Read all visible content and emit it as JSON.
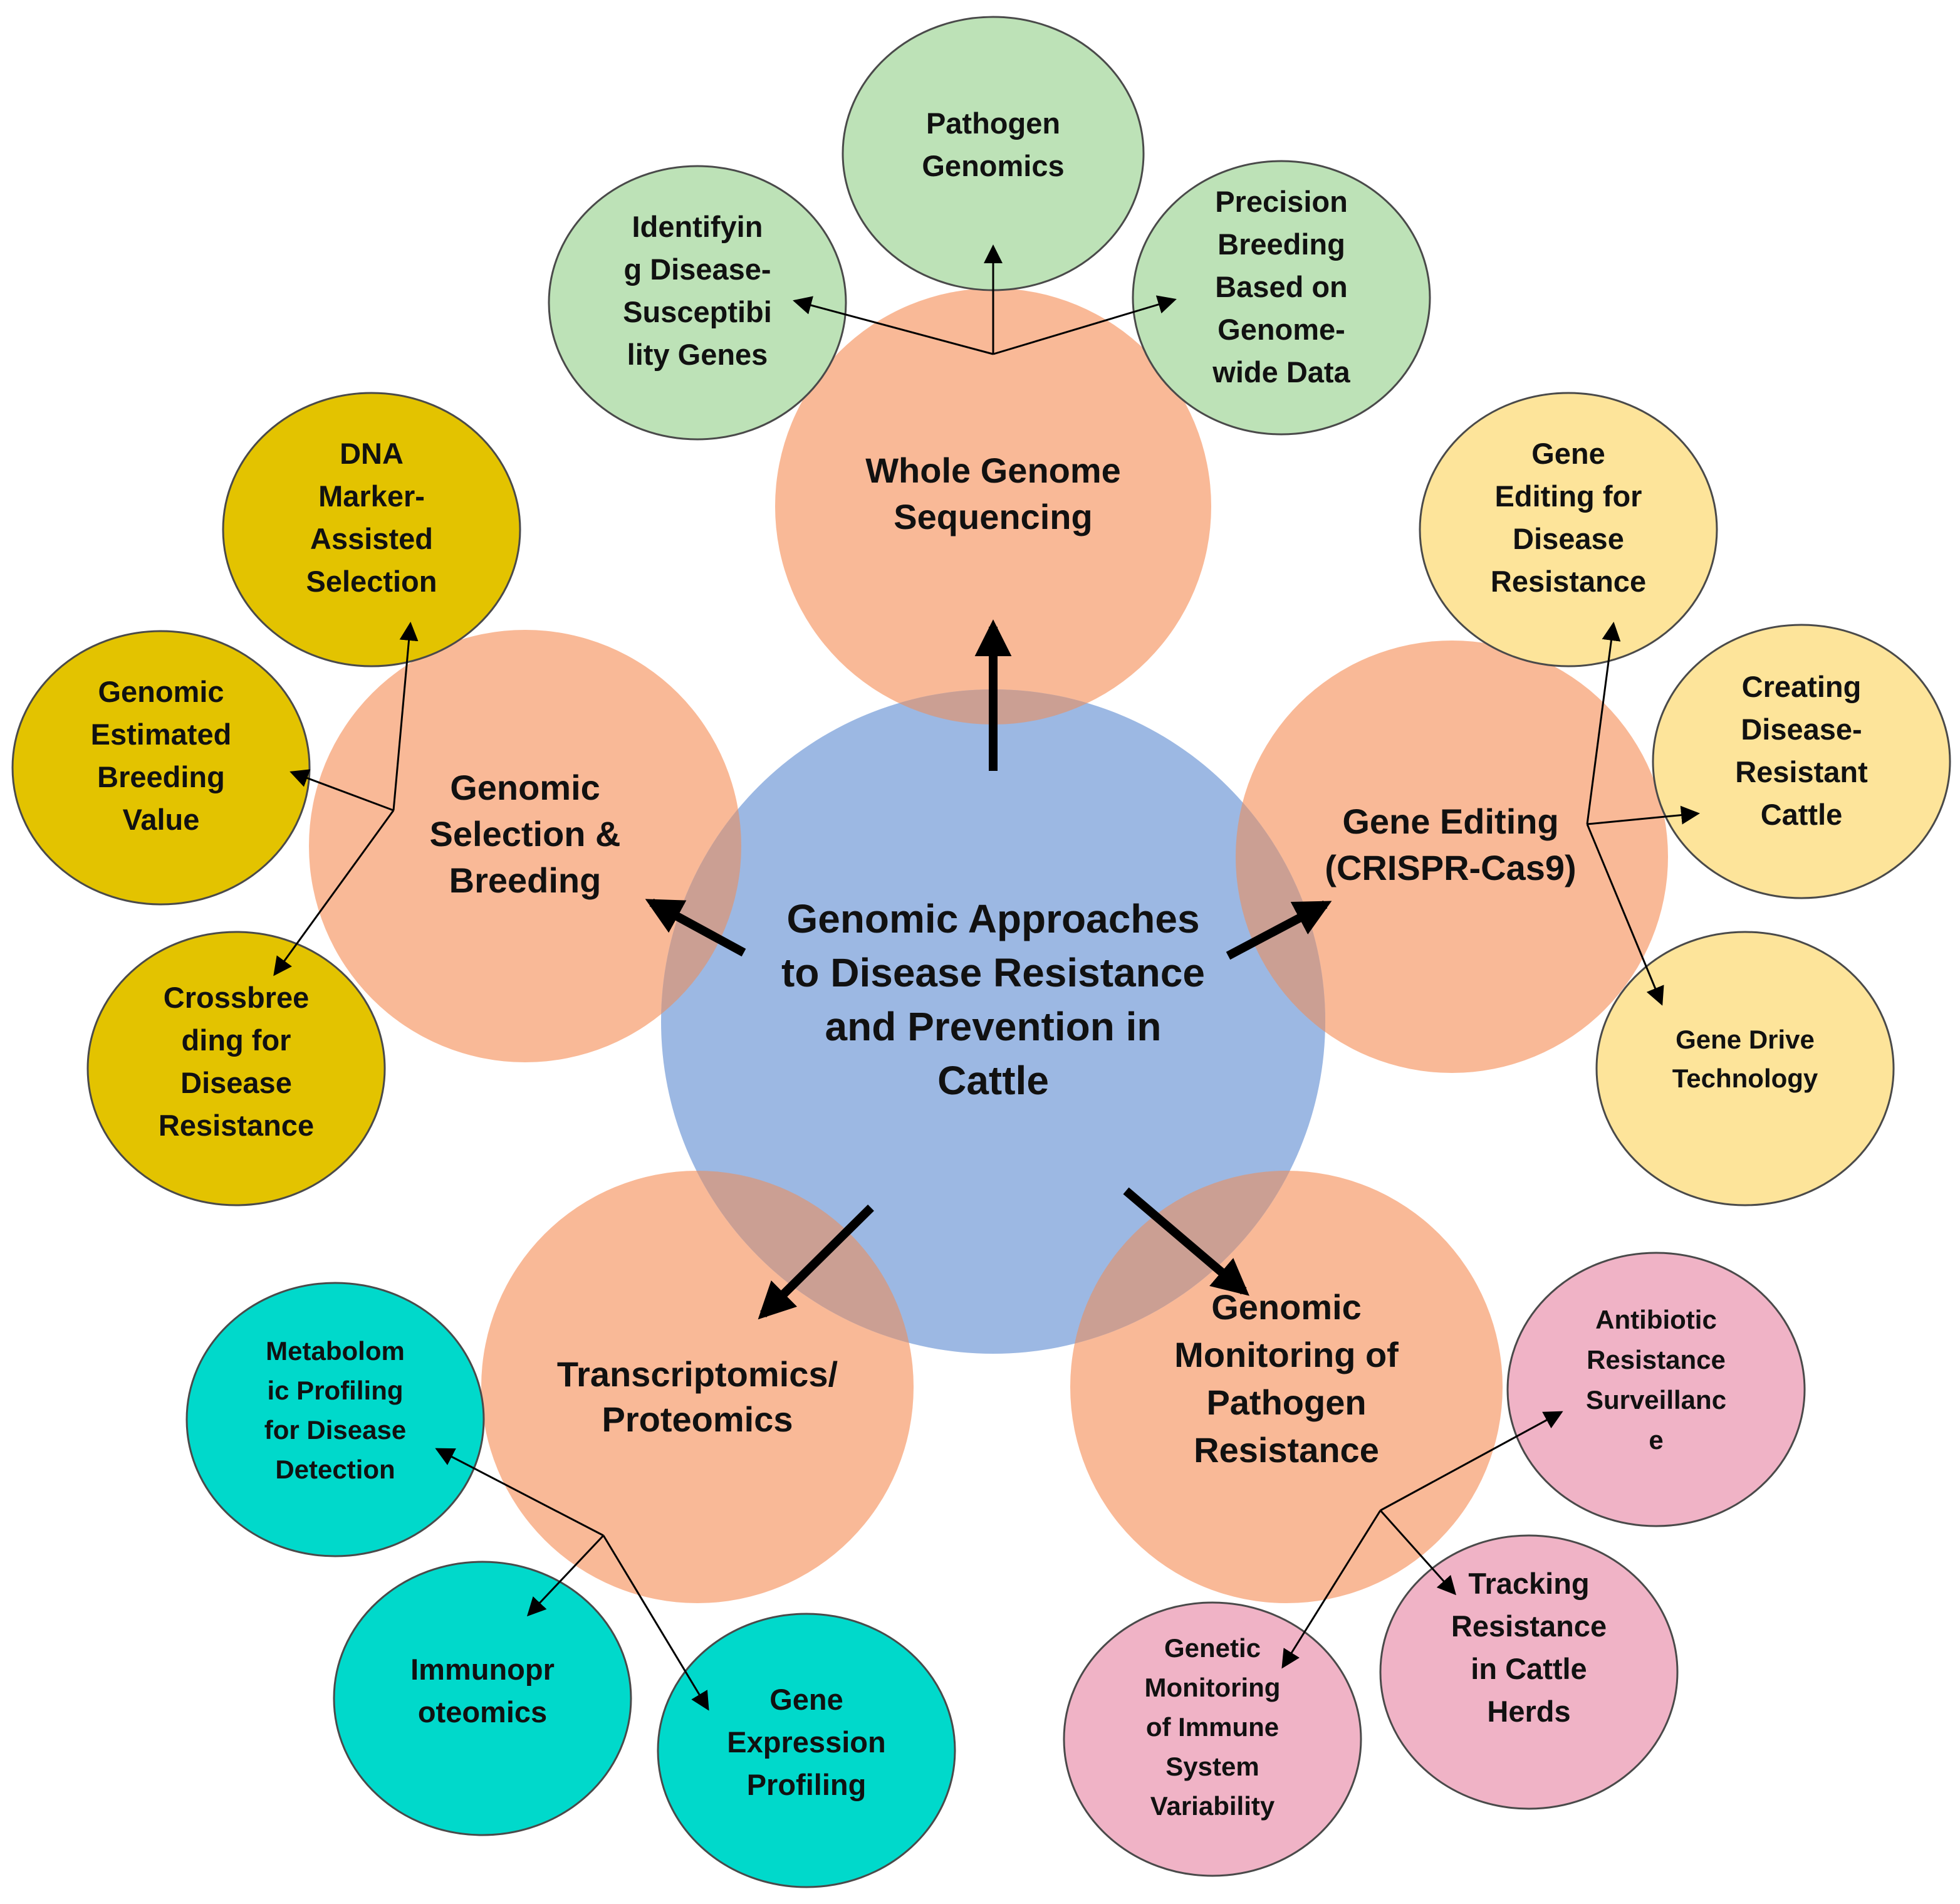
{
  "colors": {
    "center": "#9cb8e3",
    "main": "#f9b997",
    "overlap": "#d49a85",
    "green": "#bde2b7",
    "gold": "#e3c300",
    "yellow": "#fde49a",
    "teal": "#00d9cb",
    "pink": "#f0b3c6",
    "arrow": "#000000"
  },
  "center": {
    "lines": [
      "Genomic Approaches",
      "to Disease Resistance",
      "and Prevention in",
      "Cattle"
    ]
  },
  "branches": {
    "wgs": {
      "lines": [
        "Whole Genome",
        "Sequencing"
      ],
      "subs": {
        "pathogen": [
          "Pathogen",
          "Genomics"
        ],
        "identifying": [
          "Identifyin",
          "g Disease-",
          "Susceptibi",
          "lity Genes"
        ],
        "precision": [
          "Precision",
          "Breeding",
          "Based on",
          "Genome-",
          "wide Data"
        ]
      }
    },
    "gene_editing": {
      "lines": [
        "Gene Editing",
        "(CRISPR-Cas9)"
      ],
      "subs": {
        "editing": [
          "Gene",
          "Editing for",
          "Disease",
          "Resistance"
        ],
        "creating": [
          "Creating",
          "Disease-",
          "Resistant",
          "Cattle"
        ],
        "drive": [
          "Gene Drive",
          "Technology"
        ]
      }
    },
    "monitoring": {
      "lines": [
        "Genomic",
        "Monitoring of",
        "Pathogen",
        "Resistance"
      ],
      "subs": {
        "antibiotic": [
          "Antibiotic",
          "Resistance",
          "Surveillanc",
          "e"
        ],
        "tracking": [
          "Tracking",
          "Resistance",
          "in Cattle",
          "Herds"
        ],
        "genetic": [
          "Genetic",
          "Monitoring",
          "of Immune",
          "System",
          "Variability"
        ]
      }
    },
    "omics": {
      "lines": [
        "Transcriptomics/",
        "Proteomics"
      ],
      "subs": {
        "metabolomic": [
          "Metabolom",
          "ic Profiling",
          "for Disease",
          "Detection"
        ],
        "immuno": [
          "Immunopr",
          "oteomics"
        ],
        "expression": [
          "Gene",
          "Expression",
          "Profiling"
        ]
      }
    },
    "selection": {
      "lines": [
        "Genomic",
        "Selection &",
        "Breeding"
      ],
      "subs": {
        "dna": [
          "DNA",
          "Marker-",
          "Assisted",
          "Selection"
        ],
        "gebv": [
          "Genomic",
          "Estimated",
          "Breeding",
          "Value"
        ],
        "crossbreeding": [
          "Crossbree",
          "ding for",
          "Disease",
          "Resistance"
        ]
      }
    }
  }
}
